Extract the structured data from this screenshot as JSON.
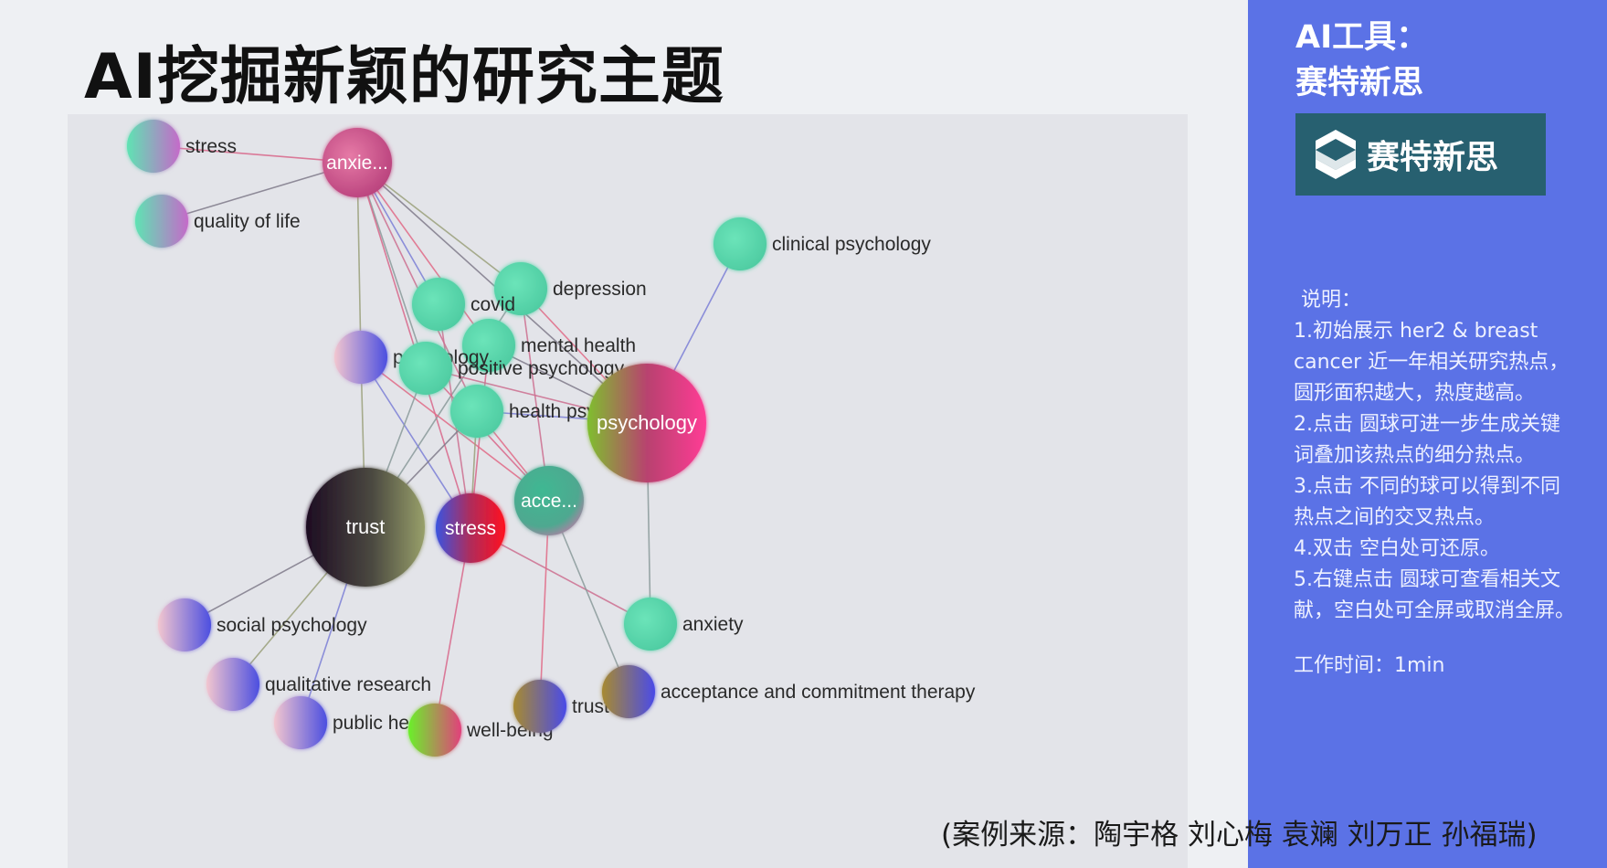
{
  "page": {
    "title": "AI挖掘新颖的研究主题"
  },
  "sidebar": {
    "heading_line1": "AI工具：",
    "heading_line2": "赛特新思",
    "logo_text": "赛特新思",
    "notes_label": "说明：",
    "notes": [
      "1.初始展示 her2 & breast cancer 近一年相关研究热点，圆形面积越大，热度越高。",
      "2.点击 圆球可进一步生成关键词叠加该热点的细分热点。",
      "3.点击 不同的球可以得到不同热点之间的交叉热点。",
      "4.双击 空白处可还原。",
      "5.右键点击 圆球可查看相关文献，空白处可全屏或取消全屏。"
    ],
    "work_time": "工作时间：1min"
  },
  "source": "(案例来源：陶宇格 刘心梅 袁斓 刘万正 孙福瑞)",
  "network": {
    "nodes": [
      {
        "id": "stress_tl",
        "label": "stress",
        "size": "small",
        "label_pos": "right",
        "gradient": "mint-pink"
      },
      {
        "id": "anxiety_hub",
        "label": "anxie...",
        "size": "medium",
        "label_pos": "center",
        "gradient": "pink"
      },
      {
        "id": "qol",
        "label": "quality of life",
        "size": "small",
        "label_pos": "right",
        "gradient": "mint-pink"
      },
      {
        "id": "clinical",
        "label": "clinical psychology",
        "size": "small",
        "label_pos": "right",
        "gradient": "mint"
      },
      {
        "id": "depression",
        "label": "depression",
        "size": "small",
        "label_pos": "right",
        "gradient": "mint"
      },
      {
        "id": "covid",
        "label": "covid",
        "size": "small",
        "label_pos": "right",
        "gradient": "mint"
      },
      {
        "id": "mental",
        "label": "mental health",
        "size": "small",
        "label_pos": "right",
        "gradient": "mint"
      },
      {
        "id": "psychology_s",
        "label": "psychology",
        "size": "small",
        "label_pos": "right",
        "gradient": "pink-blue"
      },
      {
        "id": "positive",
        "label": "positive psychology",
        "size": "small",
        "label_pos": "right",
        "gradient": "mint"
      },
      {
        "id": "health",
        "label": "health psychology",
        "size": "small",
        "label_pos": "right",
        "gradient": "mint"
      },
      {
        "id": "psychology_big",
        "label": "psychology",
        "size": "large",
        "label_pos": "center",
        "gradient": "olive-pink"
      },
      {
        "id": "trust_big",
        "label": "trust",
        "size": "large",
        "label_pos": "center",
        "gradient": "dark-olive"
      },
      {
        "id": "stress_mid",
        "label": "stress",
        "size": "medium",
        "label_pos": "center",
        "gradient": "blue-red"
      },
      {
        "id": "acceptance_mid",
        "label": "acce...",
        "size": "medium",
        "label_pos": "center",
        "gradient": "teal-pink"
      },
      {
        "id": "anxiety_s",
        "label": "anxiety",
        "size": "small",
        "label_pos": "right",
        "gradient": "mint"
      },
      {
        "id": "social",
        "label": "social psychology",
        "size": "small",
        "label_pos": "right",
        "gradient": "pink-blue"
      },
      {
        "id": "qualitative",
        "label": "qualitative research",
        "size": "small",
        "label_pos": "right",
        "gradient": "pink-blue"
      },
      {
        "id": "public",
        "label": "public health",
        "size": "small",
        "label_pos": "right",
        "gradient": "pink-blue"
      },
      {
        "id": "wellbeing",
        "label": "well-being",
        "size": "small",
        "label_pos": "right",
        "gradient": "green-pink"
      },
      {
        "id": "trust_s",
        "label": "trust",
        "size": "small",
        "label_pos": "right",
        "gradient": "olive-blue"
      },
      {
        "id": "act",
        "label": "acceptance and commitment therapy",
        "size": "small",
        "label_pos": "right",
        "gradient": "olive-blue"
      }
    ],
    "edges": [
      [
        "stress_tl",
        "anxiety_hub"
      ],
      [
        "qol",
        "anxiety_hub"
      ],
      [
        "anxiety_hub",
        "psychology_s"
      ],
      [
        "anxiety_hub",
        "covid"
      ],
      [
        "anxiety_hub",
        "mental"
      ],
      [
        "anxiety_hub",
        "positive"
      ],
      [
        "anxiety_hub",
        "health"
      ],
      [
        "anxiety_hub",
        "stress_mid"
      ],
      [
        "anxiety_hub",
        "psychology_big"
      ],
      [
        "anxiety_hub",
        "depression"
      ],
      [
        "clinical",
        "psychology_big"
      ],
      [
        "depression",
        "psychology_big"
      ],
      [
        "depression",
        "trust_big"
      ],
      [
        "covid",
        "stress_mid"
      ],
      [
        "mental",
        "stress_mid"
      ],
      [
        "mental",
        "psychology_big"
      ],
      [
        "psychology_s",
        "trust_big"
      ],
      [
        "psychology_s",
        "stress_mid"
      ],
      [
        "psychology_s",
        "acceptance_mid"
      ],
      [
        "positive",
        "trust_big"
      ],
      [
        "positive",
        "psychology_big"
      ],
      [
        "positive",
        "acceptance_mid"
      ],
      [
        "health",
        "trust_big"
      ],
      [
        "health",
        "stress_mid"
      ],
      [
        "health",
        "psychology_big"
      ],
      [
        "health",
        "acceptance_mid"
      ],
      [
        "psychology_big",
        "anxiety_s"
      ],
      [
        "stress_mid",
        "anxiety_s"
      ],
      [
        "stress_mid",
        "wellbeing"
      ],
      [
        "trust_big",
        "social"
      ],
      [
        "trust_big",
        "qualitative"
      ],
      [
        "trust_big",
        "public"
      ],
      [
        "acceptance_mid",
        "trust_s"
      ],
      [
        "acceptance_mid",
        "act"
      ],
      [
        "depression",
        "acceptance_mid"
      ]
    ]
  }
}
